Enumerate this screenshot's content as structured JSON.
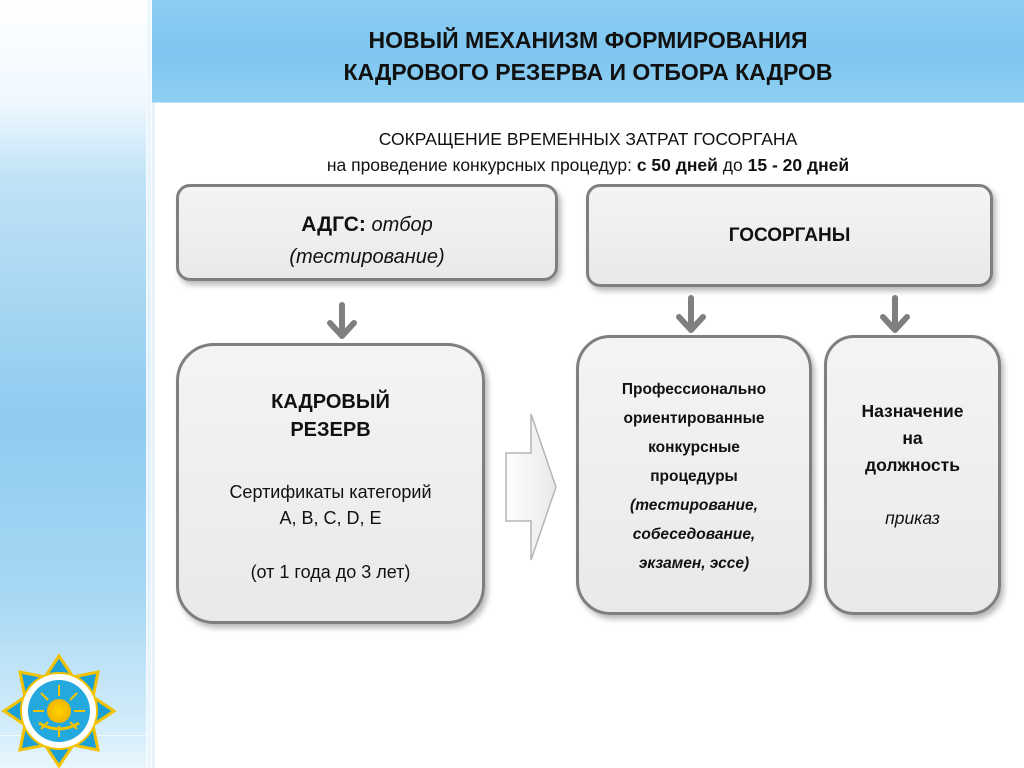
{
  "title": {
    "line1": "НОВЫЙ МЕХАНИЗМ ФОРМИРОВАНИЯ",
    "line2": "КАДРОВОГО РЕЗЕРВА И ОТБОРА КАДРОВ"
  },
  "subtitle": {
    "line1": "СОКРАЩЕНИЕ ВРЕМЕННЫХ ЗАТРАТ ГОСОРГАНА",
    "line2_prefix": "на проведение конкурсных процедур:",
    "from_bold": "с 50 дней",
    "to_word": "до",
    "to_bold": "15 - 20 дней"
  },
  "adgs": {
    "label": "АДГС:",
    "label_italic": "отбор",
    "line2": "(тестирование)"
  },
  "gosorgany": {
    "label": "ГОСОРГАНЫ"
  },
  "rezerv": {
    "title1": "КАДРОВЫЙ",
    "title2": "РЕЗЕРВ",
    "cert1": "Сертификаты категорий",
    "cert2": "A, B, C, D, E",
    "period": "(от 1 года до 3 лет)"
  },
  "procedures": {
    "lines": [
      "Профессионально",
      "ориентированные",
      "конкурсные",
      "процедуры"
    ],
    "italic_lines": [
      "(тестирование,",
      "собеседование,",
      "экзамен, эссе)"
    ]
  },
  "appointment": {
    "lines": [
      "Назначение",
      "на",
      "должность"
    ],
    "order": "приказ"
  },
  "colors": {
    "header_blue": "#8ccdf2",
    "box_fill": "#ededed",
    "box_border": "#7f7f7f",
    "arrow_gray": "#7f7f7f"
  },
  "icons": {
    "emblem": "kazakhstan-civil-service-emblem",
    "down_arrow": "down-arrow-icon",
    "right_arrow": "block-right-arrow"
  }
}
